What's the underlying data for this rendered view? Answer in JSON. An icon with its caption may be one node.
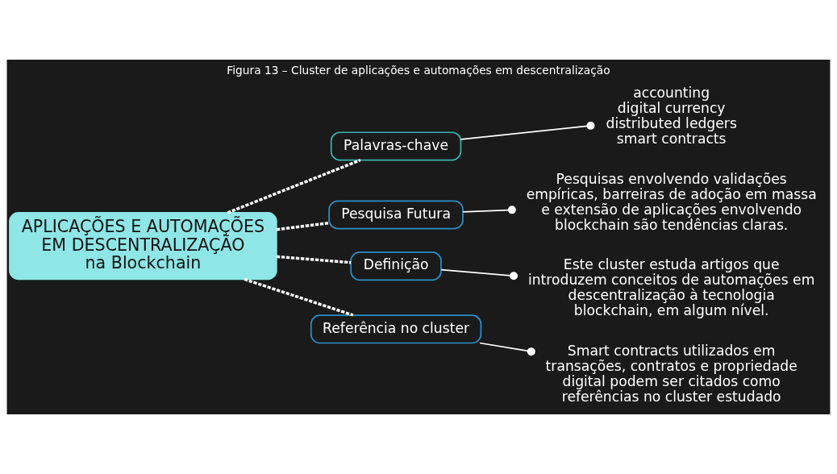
{
  "diagram": {
    "title": "Figura 13 – Cluster de aplicações e automações em descentralização",
    "nodes": [
      {
        "text": [
          "APLICAÇÕES E AUTOMAÇÕES EM DESCENTRALIZAÇÃO",
          "na Blockchain"
        ]
      },
      {
        "text": [
          "Palavras-chave"
        ]
      },
      {
        "text": [
          "accounting",
          "digital currency",
          "distributed ledgers",
          "smart contracts"
        ]
      },
      {
        "text": [
          "Pesquisa Futura"
        ]
      },
      {
        "text": [
          "Pesquisas envolvendo validações empíricas, barreiras de adoção em massa e extensão de aplicações envolvendo blockchain são tendências claras."
        ]
      },
      {
        "text": [
          "Definição"
        ]
      },
      {
        "text": [
          "Este cluster estuda artigos que introduzem conceitos de automações em descentralização à tecnologia blockchain, em algum nível."
        ]
      },
      {
        "text": [
          "Referência no cluster"
        ]
      },
      {
        "text": [
          "Smart contracts utilizados em transações, contratos e propriedade digital podem ser citados como referências no cluster estudado"
        ]
      }
    ],
    "edges": [
      {
        "from": 0,
        "to": 1,
        "arrow": "none",
        "style": "dashed"
      },
      {
        "from": 1,
        "to": 2,
        "arrow": "other"
      },
      {
        "from": 0,
        "to": 3,
        "arrow": "none",
        "style": "dashed"
      },
      {
        "from": 3,
        "to": 4,
        "arrow": "other"
      },
      {
        "from": 0,
        "to": 5,
        "arrow": "none",
        "style": "dashed"
      },
      {
        "from": 5,
        "to": 6,
        "arrow": "other"
      },
      {
        "from": 0,
        "to": 7,
        "arrow": "none",
        "style": "dashed"
      },
      {
        "from": 7,
        "to": 8,
        "arrow": "other"
      }
    ]
  }
}
